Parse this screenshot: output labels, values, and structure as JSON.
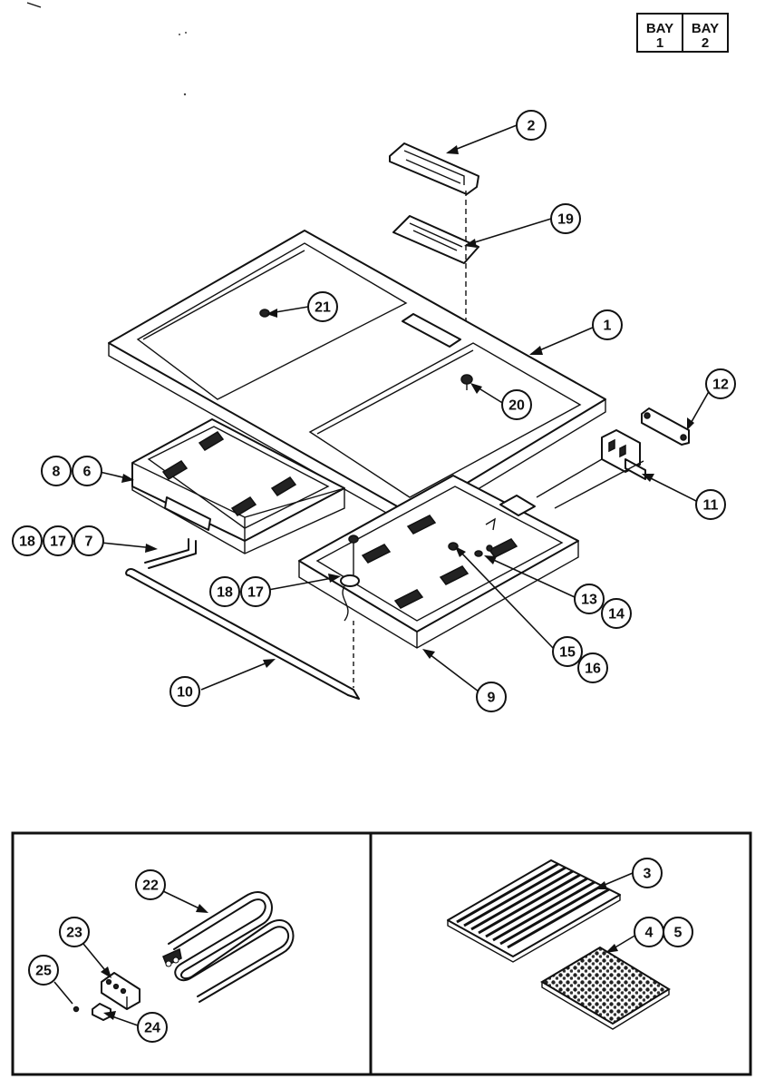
{
  "bay_box": {
    "left_top": "BAY",
    "left_bottom": "1",
    "right_top": "BAY",
    "right_bottom": "2"
  },
  "callouts": {
    "c1": "1",
    "c2": "2",
    "c3": "3",
    "c4": "4",
    "c5": "5",
    "c6": "6",
    "c7": "7",
    "c8": "8",
    "c9": "9",
    "c10": "10",
    "c11": "11",
    "c12": "12",
    "c13": "13",
    "c14": "14",
    "c15": "15",
    "c16": "16",
    "c17a": "17",
    "c17b": "17",
    "c18a": "18",
    "c18b": "18",
    "c19": "19",
    "c20": "20",
    "c21": "21",
    "c22": "22",
    "c23": "23",
    "c24": "24",
    "c25": "25"
  }
}
